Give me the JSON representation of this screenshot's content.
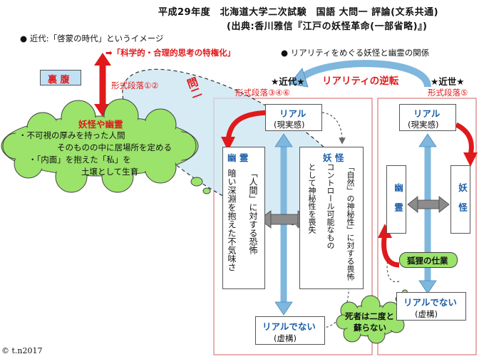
{
  "header": {
    "line1": "平成29年度　北海道大学二次試験　国語 大問一 評論(文系共通)",
    "line2": "(出典:香川雅信『江戸の妖怪革命(一部省略)』)"
  },
  "top_left": {
    "bullet_label": "● 近代:「啓蒙の時代」というイメージ",
    "arrow_text": "➡「科学的・合理的思考の特権化」",
    "ura_label": "裏 腹",
    "paragraph_label": "形式段落①②"
  },
  "bubble_left": {
    "title": "妖怪や幽霊",
    "line1": "・不可視の厚みを持った人間",
    "line2": "そのものの中に居場所を定める",
    "line3": "・「内面」を抱えた「私」を",
    "line4": "土壌として生育"
  },
  "mondai": "問二",
  "right_bullet": "● リアリティをめぐる妖怪と幽霊の関係",
  "reversal_label": "リアリティの逆転",
  "kindai": {
    "title": "★近代★",
    "paragraph": "形式段落③④⑥",
    "top_title": "リアル",
    "top_sub": "(現実感)",
    "bottom_title": "リアルでない",
    "bottom_sub": "(虚構)",
    "yurei_label": "幽 霊",
    "yurei_col1": "暗い深淵を抱えた不気味さ",
    "yurei_col2": "「人間」に対する恐怖",
    "yokai_label": "妖 怪",
    "yokai_col1": "「自然」の神秘性」に対する畏怖",
    "yokai_col2": "コントロール可能なもの",
    "yokai_col3": "として神秘性を喪失"
  },
  "kinsei": {
    "title": "★近世★",
    "paragraph": "形式段落⑤",
    "top_title": "リアル",
    "top_sub": "(現実感)",
    "yurei_label": "幽 霊",
    "yokai_label": "妖 怪",
    "kori_label": "狐狸の仕業",
    "bottom_title": "リアルでない",
    "bottom_sub": "(虚構)",
    "bubble_line1": "死者は二度と",
    "bubble_line2": "蘇らない"
  },
  "copyright": "© t.n2017",
  "colors": {
    "red": "#e0191b",
    "blue_arrow": "#7fb7dd",
    "gray_arrow": "#8c8c8c",
    "green": "#9be36a",
    "oval": "#c9e4f2",
    "frame_red": "#d77a7a"
  }
}
